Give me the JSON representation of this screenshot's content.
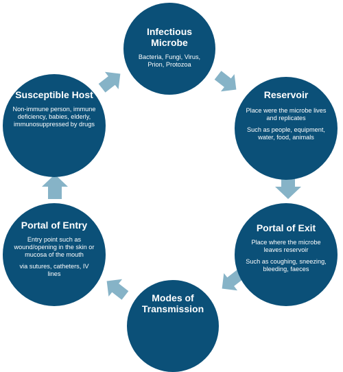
{
  "nodes": {
    "infectious_microbe": {
      "title": "Infectious Microbe",
      "desc": "Bacteria, Fungi, Virus, Prion, Protozoa"
    },
    "reservoir": {
      "title": "Reservoir",
      "desc1": "Place were the microbe lives and replicates",
      "desc2": "Such as people, equipment, water, food, animals"
    },
    "portal_of_exit": {
      "title": "Portal of Exit",
      "desc1": "Place where the microbe leaves reservoir",
      "desc2": "Such as coughing, sneezing, bleeding, faeces"
    },
    "modes_of_transmission": {
      "title": "Modes of Transmission"
    },
    "portal_of_entry": {
      "title": "Portal of Entry",
      "desc1": "Entry point such as wound/opening in the skin or mucosa of the mouth",
      "desc2": "via sutures, catheters, IV lines"
    },
    "susceptible_host": {
      "title": "Susceptible Host",
      "desc": "Non-immune person, immune deficiency, babies, elderly, immunosuppressed by drugs"
    }
  },
  "colors": {
    "node_fill": "#0b5078",
    "arrow_fill": "#86b3c7",
    "text": "#ffffff"
  }
}
